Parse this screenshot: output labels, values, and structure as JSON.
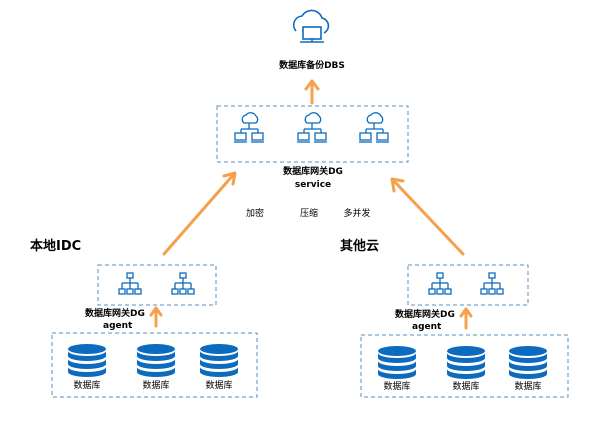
{
  "top": {
    "label": "数据库备份DBS",
    "icon": "cloud-computer-icon"
  },
  "service": {
    "line1": "数据库网关DG",
    "line2": "service",
    "icons": [
      "cloud-network-icon",
      "cloud-network-icon",
      "cloud-network-icon"
    ]
  },
  "features": [
    "加密",
    "压缩",
    "多并发"
  ],
  "regions": {
    "left": "本地IDC",
    "right": "其他云"
  },
  "agent": {
    "line1": "数据库网关DG",
    "line2": "agent",
    "icon": "hierarchy-icon"
  },
  "database_label": "数据库",
  "colors": {
    "accent_blue": "#0C6BBE",
    "arrow_orange": "#F5A04A",
    "dashed_border": "#5B8FC2"
  }
}
